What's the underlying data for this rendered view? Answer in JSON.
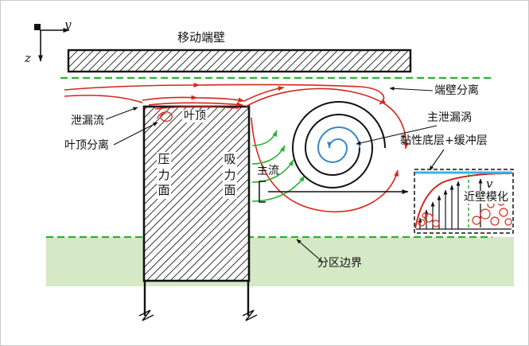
{
  "figure": {
    "axes": {
      "y": "y",
      "z": "z"
    },
    "labels": {
      "moving_endwall": "移动端壁",
      "endwall_separation": "端壁分离",
      "leakage_flow": "泄漏流",
      "tip_separation": "叶顶分离",
      "blade_tip": "叶顶",
      "pressure_side": "压力面",
      "suction_side": "吸力面",
      "main_flow": "主流",
      "main_leakage_vortex": "主泄漏涡",
      "viscous_sublayer_buffer": "黏性底层+缓冲层",
      "near_wall_modeling": "近壁模化",
      "zone_boundary": "分区边界",
      "velocity": "v"
    },
    "colors": {
      "flow_red": "#d7261d",
      "flow_green": "#2eb135",
      "vortex_blue": "#3a87c8",
      "sublayer_cyan": "#35b5e5",
      "zone_band_green": "#d5e9c6",
      "hatch_black": "#111111"
    }
  }
}
